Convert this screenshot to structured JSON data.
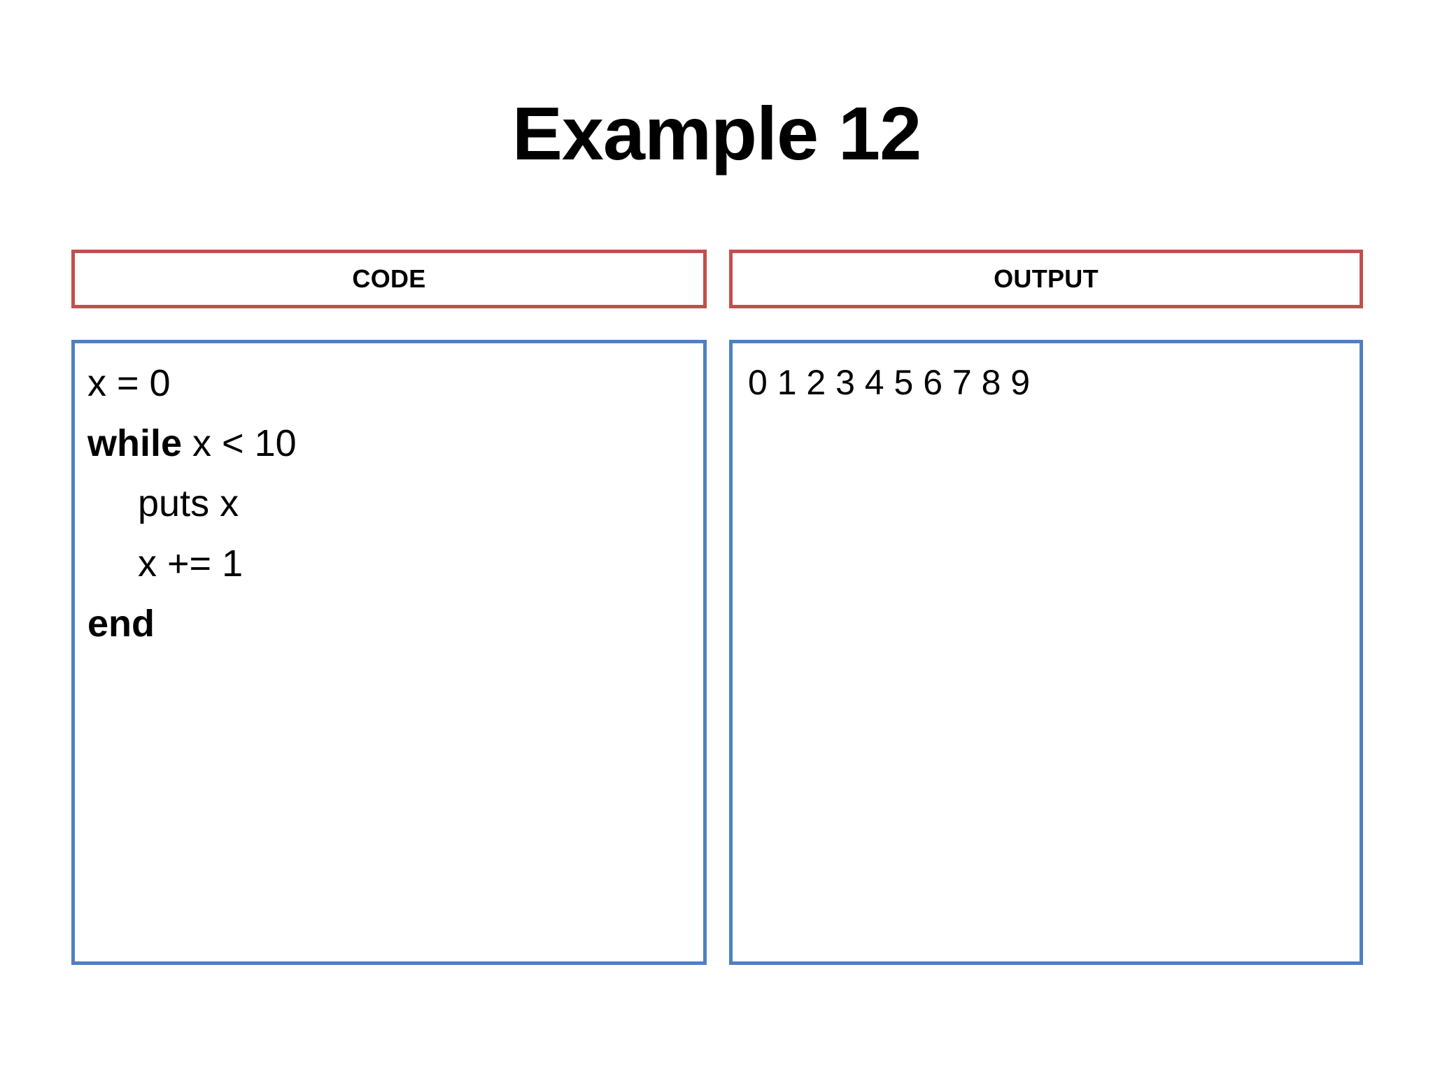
{
  "slide": {
    "title": "Example 12",
    "background_color": "#FFFFFF"
  },
  "colors": {
    "header_border": "#C0504D",
    "pane_border": "#4F81BD",
    "text": "#000000",
    "background": "#FFFFFF"
  },
  "panels": {
    "code": {
      "header_label": "CODE",
      "lines": [
        {
          "indent": 0,
          "keyword": "",
          "rest": "x = 0"
        },
        {
          "indent": 0,
          "keyword": "while",
          "rest": " x < 10"
        },
        {
          "indent": 1,
          "keyword": "",
          "rest": "puts x"
        },
        {
          "indent": 1,
          "keyword": "",
          "rest": "x += 1"
        },
        {
          "indent": 0,
          "keyword": "end",
          "rest": ""
        }
      ],
      "full_text": "x = 0\nwhile x < 10\n    puts x\n    x += 1\nend"
    },
    "output": {
      "header_label": "OUTPUT",
      "lines": [
        "0 1 2 3 4 5 6 7 8 9"
      ]
    }
  }
}
